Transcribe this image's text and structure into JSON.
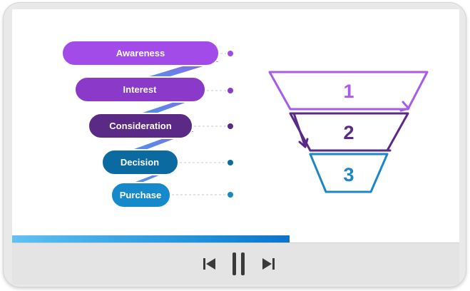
{
  "funnel": {
    "stages": [
      {
        "label": "Awareness",
        "color": "#a24be8"
      },
      {
        "label": "Interest",
        "color": "#8b39c9"
      },
      {
        "label": "Consideration",
        "color": "#5b2a86"
      },
      {
        "label": "Decision",
        "color": "#0b6aa0"
      },
      {
        "label": "Purchase",
        "color": "#1589c9"
      }
    ],
    "levels": [
      {
        "number": "1",
        "color": "#a85be8"
      },
      {
        "number": "2",
        "color": "#5b2a86"
      },
      {
        "number": "3",
        "color": "#1c86c6"
      }
    ]
  },
  "player": {
    "progress_fraction": 0.62,
    "controls": {
      "previous_icon": "skip-previous-icon",
      "pause_icon": "pause-icon",
      "next_icon": "skip-next-icon"
    }
  }
}
